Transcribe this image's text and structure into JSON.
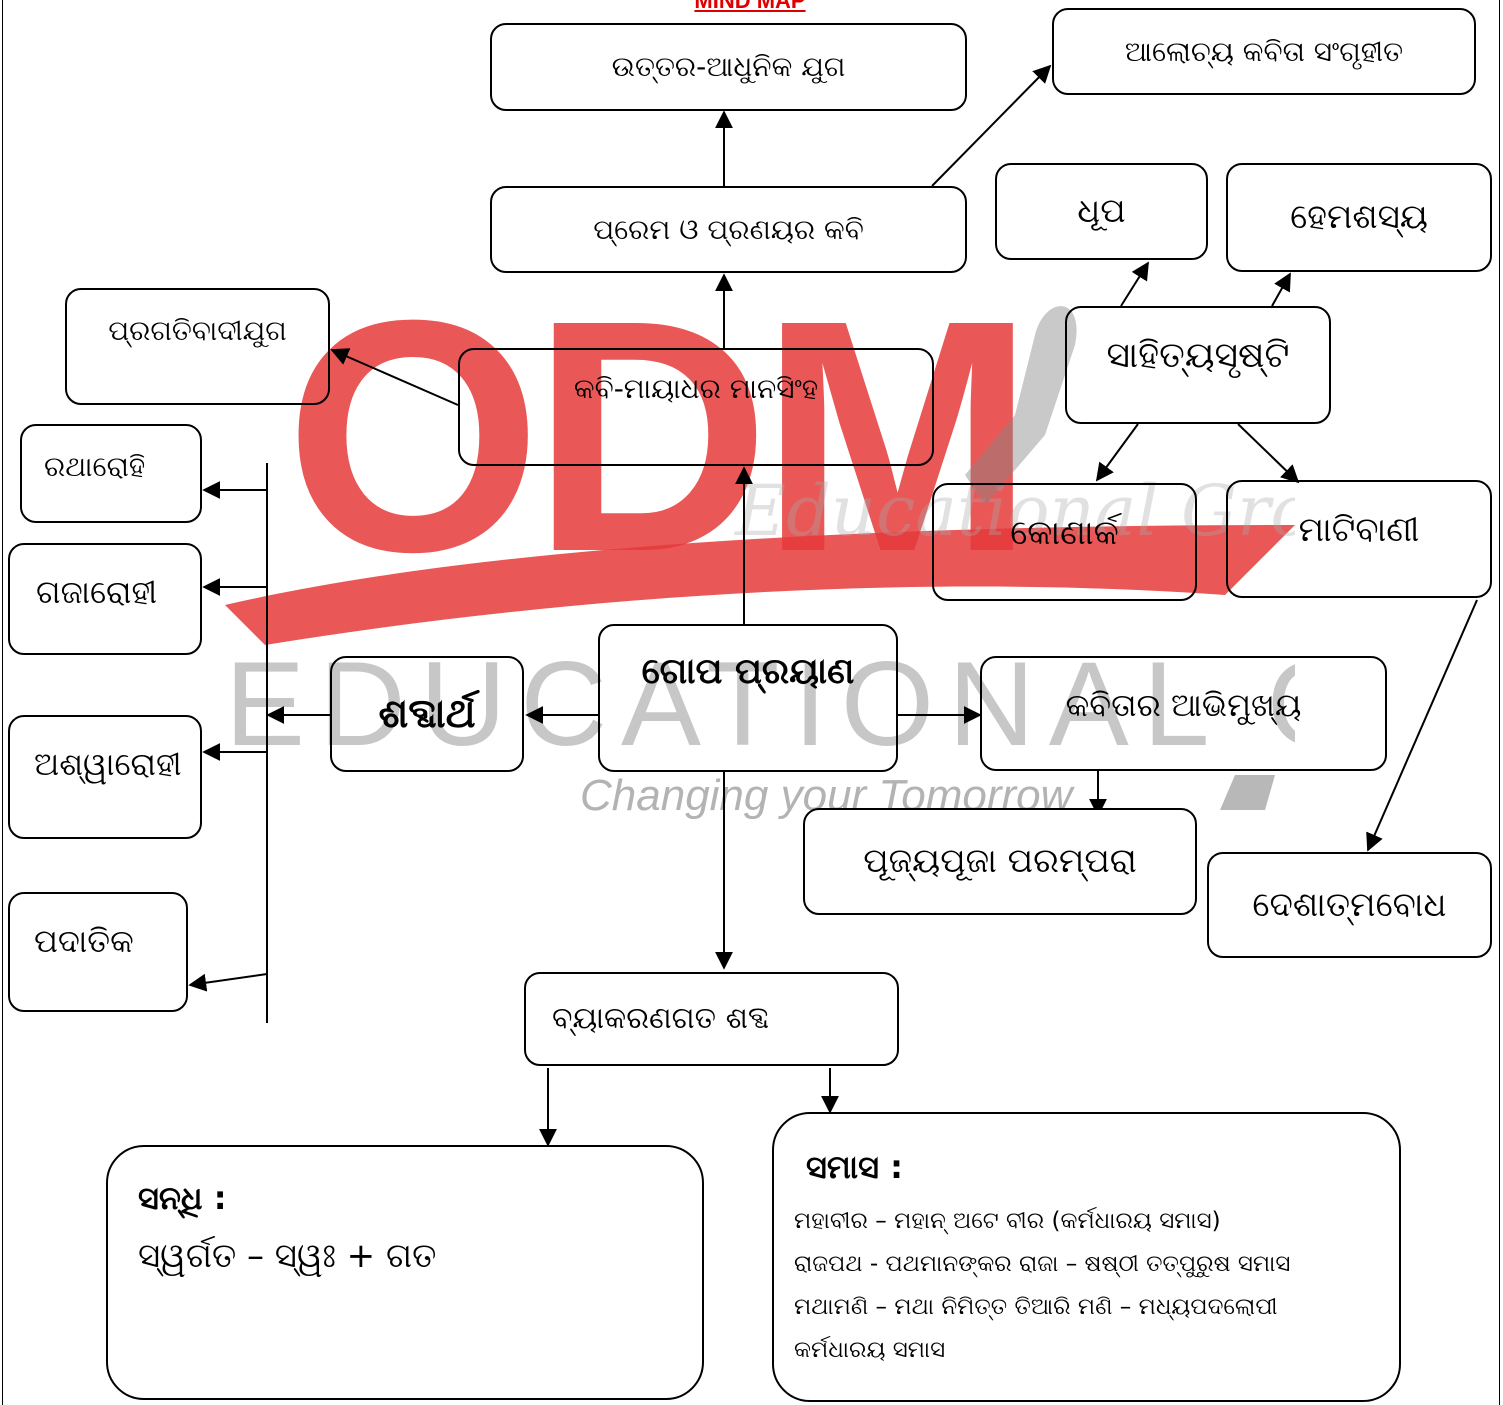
{
  "title": "MIND MAP",
  "watermark": {
    "logo_text": "ODM",
    "script_text": "Educational Group",
    "band_text": "EDUCATIONAL GROUP",
    "tagline": "Changing your Tomorrow",
    "colors": {
      "red": "#e63a3a",
      "grey": "#9a9a9a"
    }
  },
  "center": {
    "label": "ଗୋପ ପ୍ରୟାଣ"
  },
  "poet": {
    "label": "କବି-ମାୟାଧର ମାନସିଂହ"
  },
  "love_poet": {
    "label": "ପ୍ରେମ ଓ ପ୍ରଣୟର କବି"
  },
  "era_post_modern": {
    "label": "ଉତ୍ତର-ଆଧୁନିକ ଯୁଗ"
  },
  "collected": {
    "label": "ଆଲୋଚ୍ୟ କବିତା ସଂଗୃହୀତ"
  },
  "era_progressive": {
    "label": "ପ୍ରଗତିବାଦୀଯୁଗ"
  },
  "literature": {
    "label": "ସାହିତ୍ୟସୃଷ୍ଟି",
    "works": {
      "dhupa": "ଧୂପ",
      "hemashasya": "ହେମଶସ୍ୟ",
      "konark": "କୋଣାର୍କ",
      "matibani": "ମାଟିବାଣୀ"
    }
  },
  "patriotism": {
    "label": "ଦେଶାତ୍ମବୋଧ"
  },
  "orientation": {
    "label": "କବିତାର ଆଭିମୁଖ୍ୟ"
  },
  "tradition": {
    "label": "ପୂଜ୍ୟପୂଜା ପରମ୍ପରା"
  },
  "word_meaning": {
    "label": "ଶବ୍ଦାର୍ଥ",
    "items": [
      "ରଥାରୋହି",
      "ଗଜାରୋହୀ",
      "ଅଶ୍ୱାରୋହୀ",
      "ପଦାତିକ"
    ]
  },
  "grammar": {
    "label": "ବ୍ୟାକରଣଗତ ଶବ୍ଦ"
  },
  "sandhi": {
    "heading": "ସନ୍ଧି :",
    "lines": [
      "ସ୍ୱର୍ଗତ – ସ୍ୱଃ + ଗତ"
    ]
  },
  "samasa": {
    "heading": "ସମାସ :",
    "lines": [
      "ମହାବୀର – ମହାନ୍ ଅଟେ ବୀର (କର୍ମଧାରୟ ସମାସ)",
      "ରାଜପଥ - ପଥମାନଙ୍କର ରାଜା – ଷଷ୍ଠୀ ତତ୍ପୁରୁଷ ସମାସ",
      "ମଥାମଣି – ମଥା ନିମିତ୍ତ ତିଆରି ମଣି – ମଧ୍ୟପଦଲୋପୀ",
      "କର୍ମଧାରୟ ସମାସ"
    ]
  }
}
